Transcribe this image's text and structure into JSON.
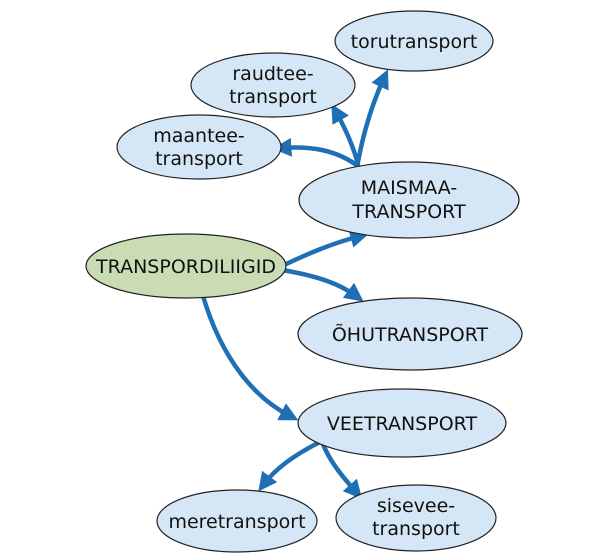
{
  "colors": {
    "node_fill": "#d5e7f6",
    "root_fill": "#c9dcb4",
    "node_stroke": "#222222",
    "arrow": "#1f6fb5"
  },
  "nodes": {
    "root": {
      "label": "TRANSPORDILIIGID"
    },
    "maismaa": {
      "line1": "MAISMAA-",
      "line2": "TRANSPORT"
    },
    "ohutransport": {
      "label": "ÕHUTRANSPORT"
    },
    "veetransport": {
      "label": "VEETRANSPORT"
    },
    "torutransport": {
      "label": "torutransport"
    },
    "raudtee": {
      "line1": "raudtee-",
      "line2": "transport"
    },
    "maantee": {
      "line1": "maantee-",
      "line2": "transport"
    },
    "meretransport": {
      "label": "meretransport"
    },
    "sisevee": {
      "line1": "sisevee-",
      "line2": "transport"
    }
  }
}
